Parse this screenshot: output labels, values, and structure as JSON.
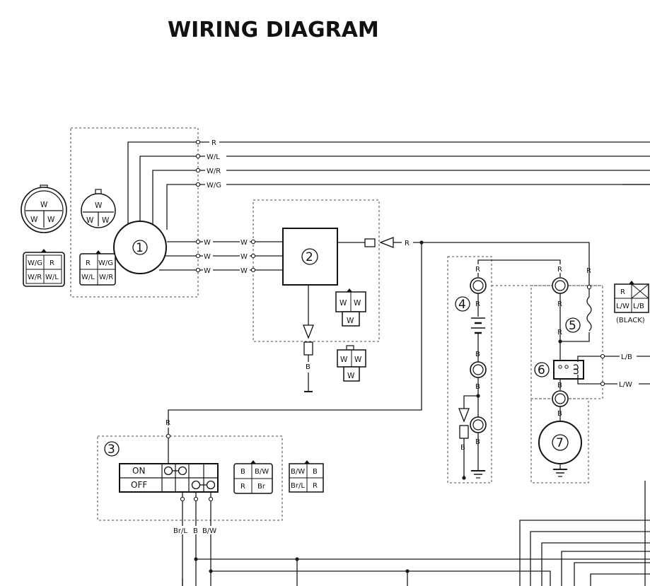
{
  "title": "WIRING DIAGRAM",
  "components": {
    "c1": "1",
    "c2": "2",
    "c3": "3",
    "c4": "4",
    "c5": "5",
    "c6": "6",
    "c7": "7"
  },
  "wire_colors": {
    "R": "R",
    "WL": "W/L",
    "WR": "W/R",
    "WG": "W/G",
    "W": "W",
    "B": "B",
    "BrL": "Br/L",
    "BW": "B/W",
    "LB": "L/B",
    "LW": "L/W",
    "Br": "Br",
    "BrL_alt": "Br/L"
  },
  "switch": {
    "on": "ON",
    "off": "OFF"
  },
  "connector_note": "(BLACK)"
}
